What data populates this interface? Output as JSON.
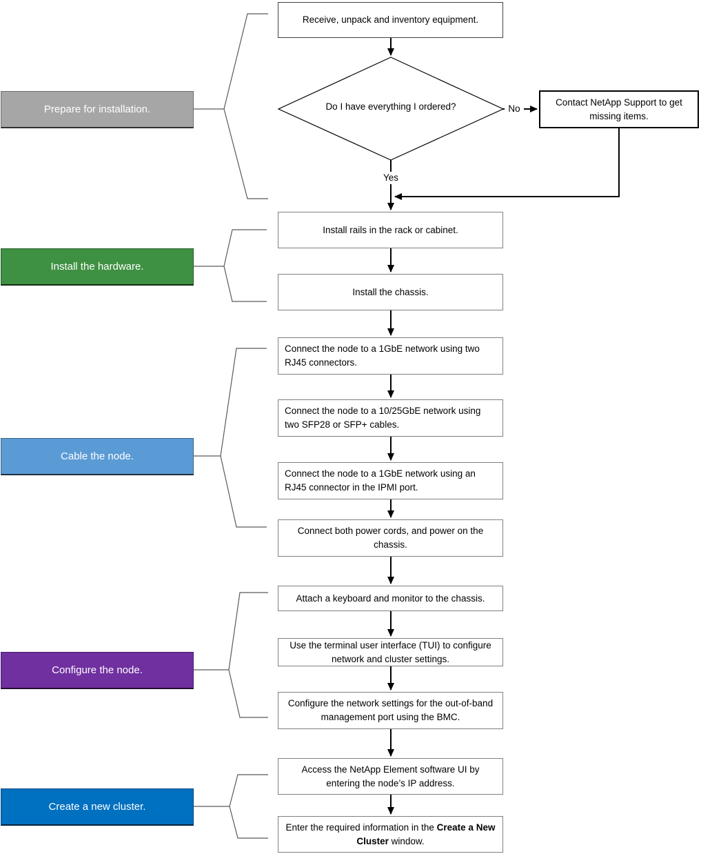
{
  "sections": [
    {
      "label": "Prepare for installation.",
      "color": "#A6A6A6"
    },
    {
      "label": "Install the hardware.",
      "color": "#3E9142"
    },
    {
      "label": "Cable the node.",
      "color": "#5B9BD5"
    },
    {
      "label": "Configure the node.",
      "color": "#7030A0"
    },
    {
      "label": "Create a new cluster.",
      "color": "#0070C0"
    }
  ],
  "flow": {
    "receive": "Receive, unpack and inventory equipment.",
    "decision": "Do I have everything I ordered?",
    "no_label": "No",
    "yes_label": "Yes",
    "contact": "Contact NetApp Support to get missing items.",
    "rails": "Install rails in the rack or cabinet.",
    "chassis": "Install the chassis.",
    "cable1": "Connect the node to a 1GbE network using two RJ45 connectors.",
    "cable2": "Connect the node to a 10/25GbE network using two SFP28 or SFP+ cables.",
    "cable3": "Connect the node to a 1GbE network using an RJ45 connector in the IPMI port.",
    "cable4": "Connect both power cords, and power on the chassis.",
    "config1": "Attach a keyboard and monitor to the chassis.",
    "config2": "Use the terminal user interface (TUI) to configure network and cluster settings.",
    "config3": "Configure the network settings for the out-of-band management port using the BMC.",
    "cluster1": "Access the NetApp Element software UI by entering the node’s IP address.",
    "cluster2_pre": "Enter the required information in the ",
    "cluster2_bold": "Create a New Cluster",
    "cluster2_post": " window."
  },
  "line_colors": {
    "connector": "#000000",
    "bracket": "#595959"
  }
}
